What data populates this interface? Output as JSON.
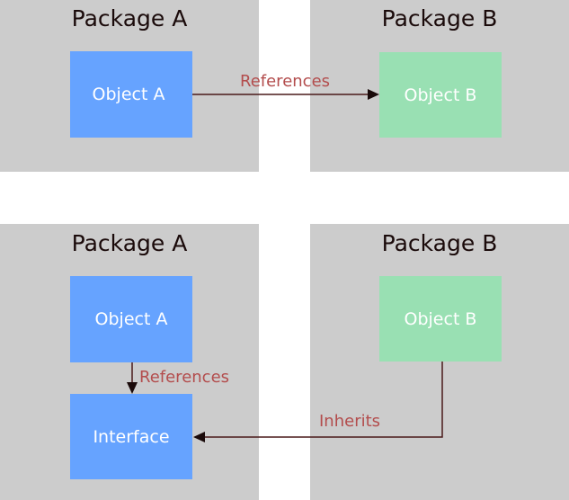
{
  "colors": {
    "panel": "#cccccc",
    "object_a": "#66a3ff",
    "object_b": "#99e0b3",
    "arrow": "#4a1a1a",
    "edge_label": "#b34d4d",
    "title": "#1a0a0a"
  },
  "top": {
    "package_a": {
      "title": "Package A",
      "object": "Object A"
    },
    "package_b": {
      "title": "Package B",
      "object": "Object B"
    },
    "edge_label": "References"
  },
  "bottom": {
    "package_a": {
      "title": "Package A",
      "object": "Object A",
      "interface": "Interface"
    },
    "package_b": {
      "title": "Package B",
      "object": "Object B"
    },
    "references_label": "References",
    "inherits_label": "Inherits"
  }
}
